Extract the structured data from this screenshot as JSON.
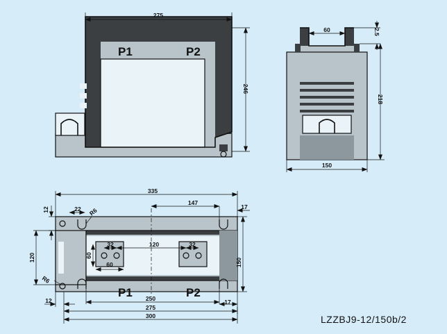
{
  "drawing": {
    "model": "LZZBJ9-12/150b/2",
    "terminals": {
      "p1": "P1",
      "p2": "P2"
    },
    "front_view": {
      "width": "275",
      "height": "246"
    },
    "side_view": {
      "top_width": "60",
      "top_gap": "2.5",
      "height": "218",
      "width": "150"
    },
    "plan_view": {
      "overall_top": "335",
      "offset_147": "147",
      "edge_17_top": "17",
      "left_12_top": "12",
      "slot_22": "22",
      "r6_top": "R6",
      "height_120": "120",
      "inner_60_vertical": "60",
      "hole_32_left": "32",
      "hole_60": "60",
      "center_120": "120",
      "hole_32_right": "32",
      "height_150": "150",
      "r6_bottom": "R6",
      "inner_250": "250",
      "edge_17_bottom": "17",
      "left_12_bottom": "12",
      "width_275": "275",
      "width_300": "300"
    }
  }
}
